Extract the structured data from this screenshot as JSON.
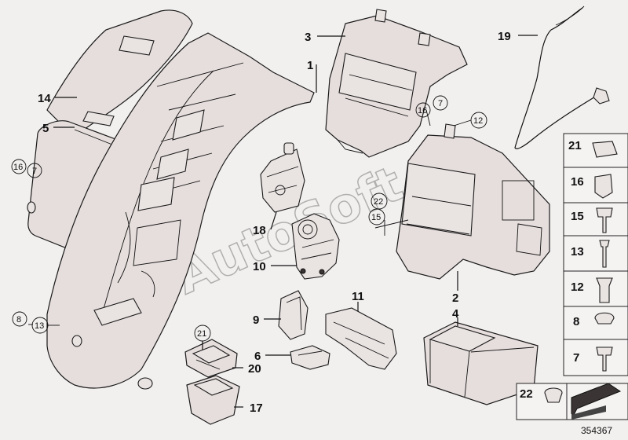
{
  "diagram_id": "354367",
  "watermark": "AutoSoft",
  "callouts": {
    "c1": "1",
    "c2": "2",
    "c3": "3",
    "c4": "4",
    "c5": "5",
    "c6": "6",
    "c7a": "7",
    "c7b": "7",
    "c8": "8",
    "c9": "9",
    "c10": "10",
    "c11": "11",
    "c12": "12",
    "c13": "13",
    "c14": "14",
    "c15": "15",
    "c16a": "16",
    "c16b": "16",
    "c17": "17",
    "c18": "18",
    "c19": "19",
    "c20": "20",
    "c21": "21",
    "c22": "22"
  },
  "legend": {
    "items": [
      "21",
      "16",
      "15",
      "13",
      "12",
      "8",
      "7"
    ],
    "bottom_item": "22"
  }
}
